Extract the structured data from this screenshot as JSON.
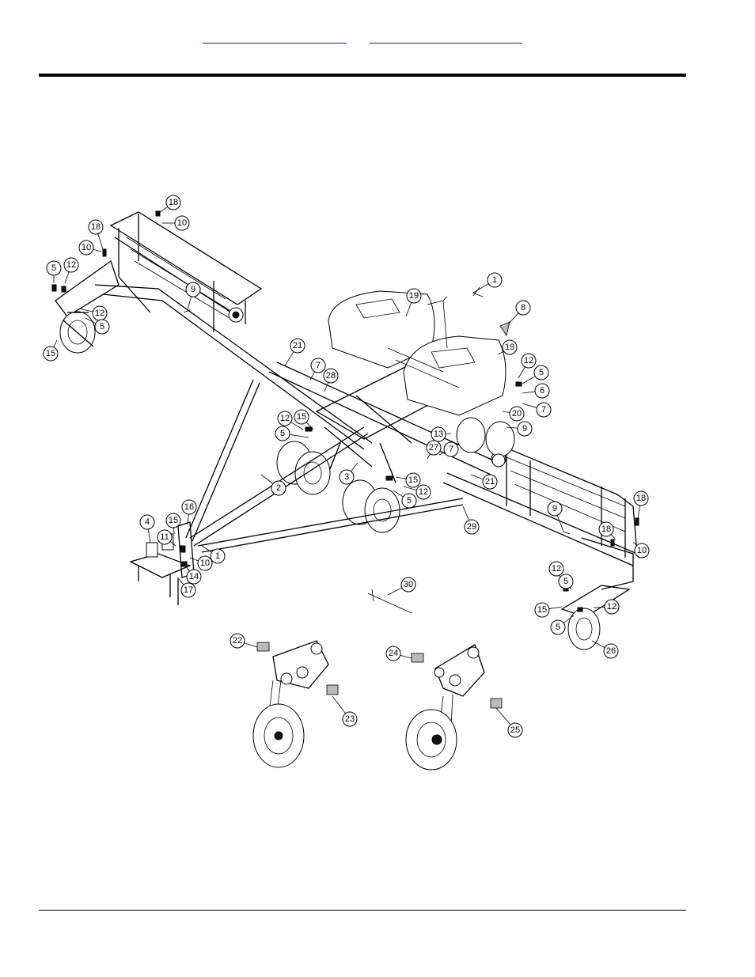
{
  "header": {
    "links": [
      {
        "label": ""
      },
      {
        "label": ""
      }
    ]
  },
  "diagram": {
    "callouts": [
      "18",
      "10",
      "18",
      "10",
      "5",
      "12",
      "12",
      "5",
      "15",
      "9",
      "21",
      "7",
      "28",
      "12",
      "15",
      "5",
      "2",
      "3",
      "16",
      "4",
      "15",
      "11",
      "10",
      "1",
      "14",
      "17",
      "1",
      "8",
      "19",
      "19",
      "12",
      "5",
      "6",
      "7",
      "20",
      "9",
      "13",
      "27",
      "7",
      "15",
      "5",
      "12",
      "21",
      "29",
      "9",
      "18",
      "18",
      "10",
      "12",
      "5",
      "15",
      "12",
      "5",
      "26",
      "30",
      "22",
      "23",
      "24",
      "25"
    ]
  }
}
